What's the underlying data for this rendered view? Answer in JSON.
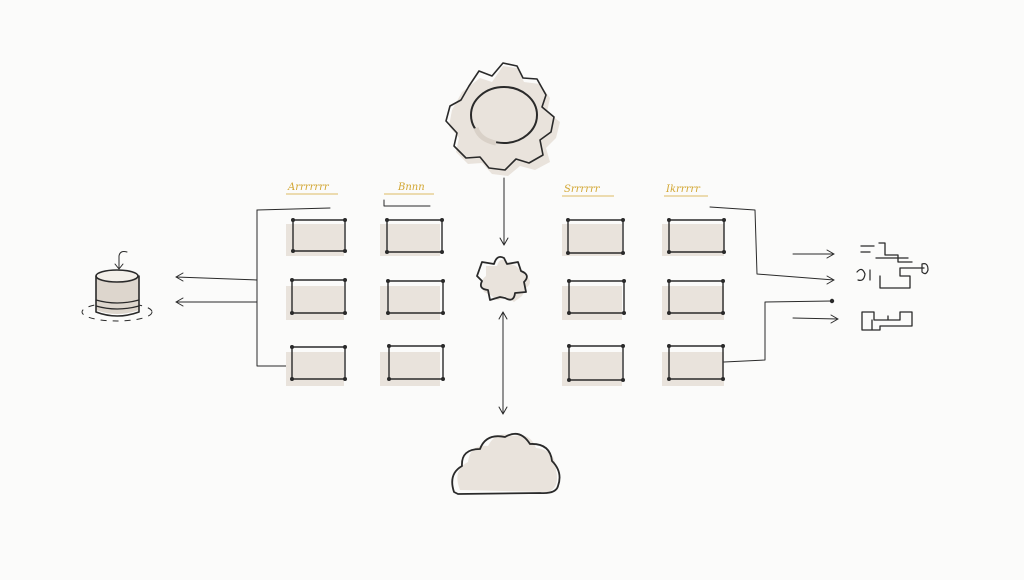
{
  "columns": [
    {
      "label": "Arrrrrrr"
    },
    {
      "label": "Bnnn"
    },
    {
      "label": "Srrrrrr"
    },
    {
      "label": "Ikrrrrr"
    }
  ],
  "colors": {
    "ink": "#2a2a2a",
    "label": "#d2a632",
    "shade": "#e9e3dc",
    "background": "#fbfbfa"
  },
  "icons": {
    "top": "gear-icon",
    "center": "puzzle-icon",
    "bottom": "cloud-icon",
    "left": "database-icon",
    "right": "circuit-icon"
  }
}
